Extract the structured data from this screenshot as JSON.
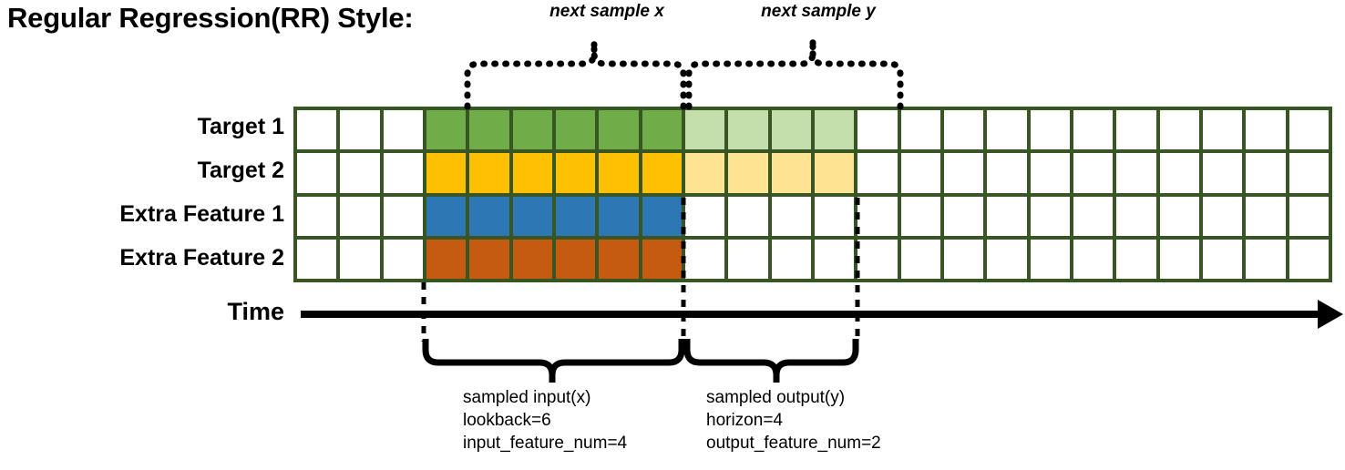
{
  "title": "Regular Regression(RR) Style:",
  "top_braces": [
    {
      "id": "next-sample-x",
      "label": "next sample x"
    },
    {
      "id": "next-sample-y",
      "label": "next sample y"
    }
  ],
  "rows": [
    {
      "label": "Target 1",
      "color": "#6FAD48",
      "light_color": "#C5DFAC"
    },
    {
      "label": "Target 2",
      "color": "#FDC003",
      "light_color": "#FDE392"
    },
    {
      "label": "Extra Feature 1",
      "color": "#2E77B5",
      "light_color": null
    },
    {
      "label": "Extra Feature 2",
      "color": "#C55A11",
      "light_color": null
    }
  ],
  "axis": {
    "label": "Time"
  },
  "grid": {
    "columns": 24,
    "rows": 4,
    "border_color": "#375623",
    "empty_color": "#ffffff",
    "input_start_col": 3,
    "input_len": 6,
    "output_start_col": 9,
    "output_len": 4,
    "cells": [
      [
        "empty",
        "empty",
        "empty",
        "green",
        "green",
        "green",
        "green",
        "green",
        "green",
        "green-light",
        "green-light",
        "green-light",
        "green-light",
        "empty",
        "empty",
        "empty",
        "empty",
        "empty",
        "empty",
        "empty",
        "empty",
        "empty",
        "empty",
        "empty"
      ],
      [
        "empty",
        "empty",
        "empty",
        "gold",
        "gold",
        "gold",
        "gold",
        "gold",
        "gold",
        "gold-light",
        "gold-light",
        "gold-light",
        "gold-light",
        "empty",
        "empty",
        "empty",
        "empty",
        "empty",
        "empty",
        "empty",
        "empty",
        "empty",
        "empty",
        "empty"
      ],
      [
        "empty",
        "empty",
        "empty",
        "blue",
        "blue",
        "blue",
        "blue",
        "blue",
        "blue",
        "empty",
        "empty",
        "empty",
        "empty",
        "empty",
        "empty",
        "empty",
        "empty",
        "empty",
        "empty",
        "empty",
        "empty",
        "empty",
        "empty",
        "empty"
      ],
      [
        "empty",
        "empty",
        "empty",
        "orange",
        "orange",
        "orange",
        "orange",
        "orange",
        "orange",
        "empty",
        "empty",
        "empty",
        "empty",
        "empty",
        "empty",
        "empty",
        "empty",
        "empty",
        "empty",
        "empty",
        "empty",
        "empty",
        "empty",
        "empty"
      ]
    ]
  },
  "bottom_annotations": [
    {
      "id": "sampled-input",
      "lines": [
        "sampled input(x)",
        "lookback=6",
        "input_feature_num=4"
      ],
      "text": "sampled input(x)\nlookback=6\ninput_feature_num=4"
    },
    {
      "id": "sampled-output",
      "lines": [
        "sampled output(y)",
        "horizon=4",
        "output_feature_num=2"
      ],
      "text": "sampled output(y)\nhorizon=4\noutput_feature_num=2"
    }
  ]
}
